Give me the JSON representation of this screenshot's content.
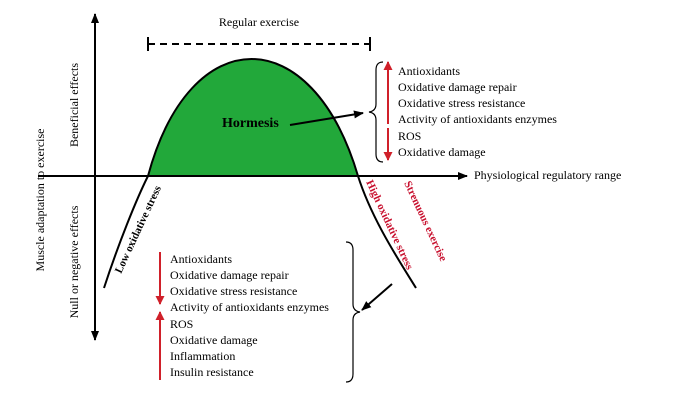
{
  "diagram": {
    "y_axis_label": "Muscle adaptation to exercise",
    "y_upper_label": "Beneficial effects",
    "y_lower_label": "Null or negative effects",
    "x_axis_label": "Physiological regulatory range",
    "regular_exercise_label": "Regular exercise",
    "hormesis_label": "Hormesis",
    "low_stress_label": "Low oxidative stress",
    "high_stress_label": "High oxidative stress",
    "strenuous_label": "Strenuous exercise",
    "upper_up_items": [
      "Antioxidants",
      "Oxidative damage repair",
      "Oxidative stress resistance",
      "Activity of antioxidants enzymes"
    ],
    "upper_down_items": [
      "ROS",
      "Oxidative damage"
    ],
    "lower_down_items": [
      "Antioxidants",
      "Oxidative damage repair",
      "Oxidative stress resistance",
      "Activity of antioxidants enzymes"
    ],
    "lower_up_items": [
      "ROS",
      "Oxidative damage",
      "Inflammation",
      "Insulin resistance"
    ],
    "colors": {
      "fill_green": "#22a83a",
      "arrow_red": "#d0202a",
      "text_red": "#c8102e",
      "line": "#000000"
    }
  }
}
